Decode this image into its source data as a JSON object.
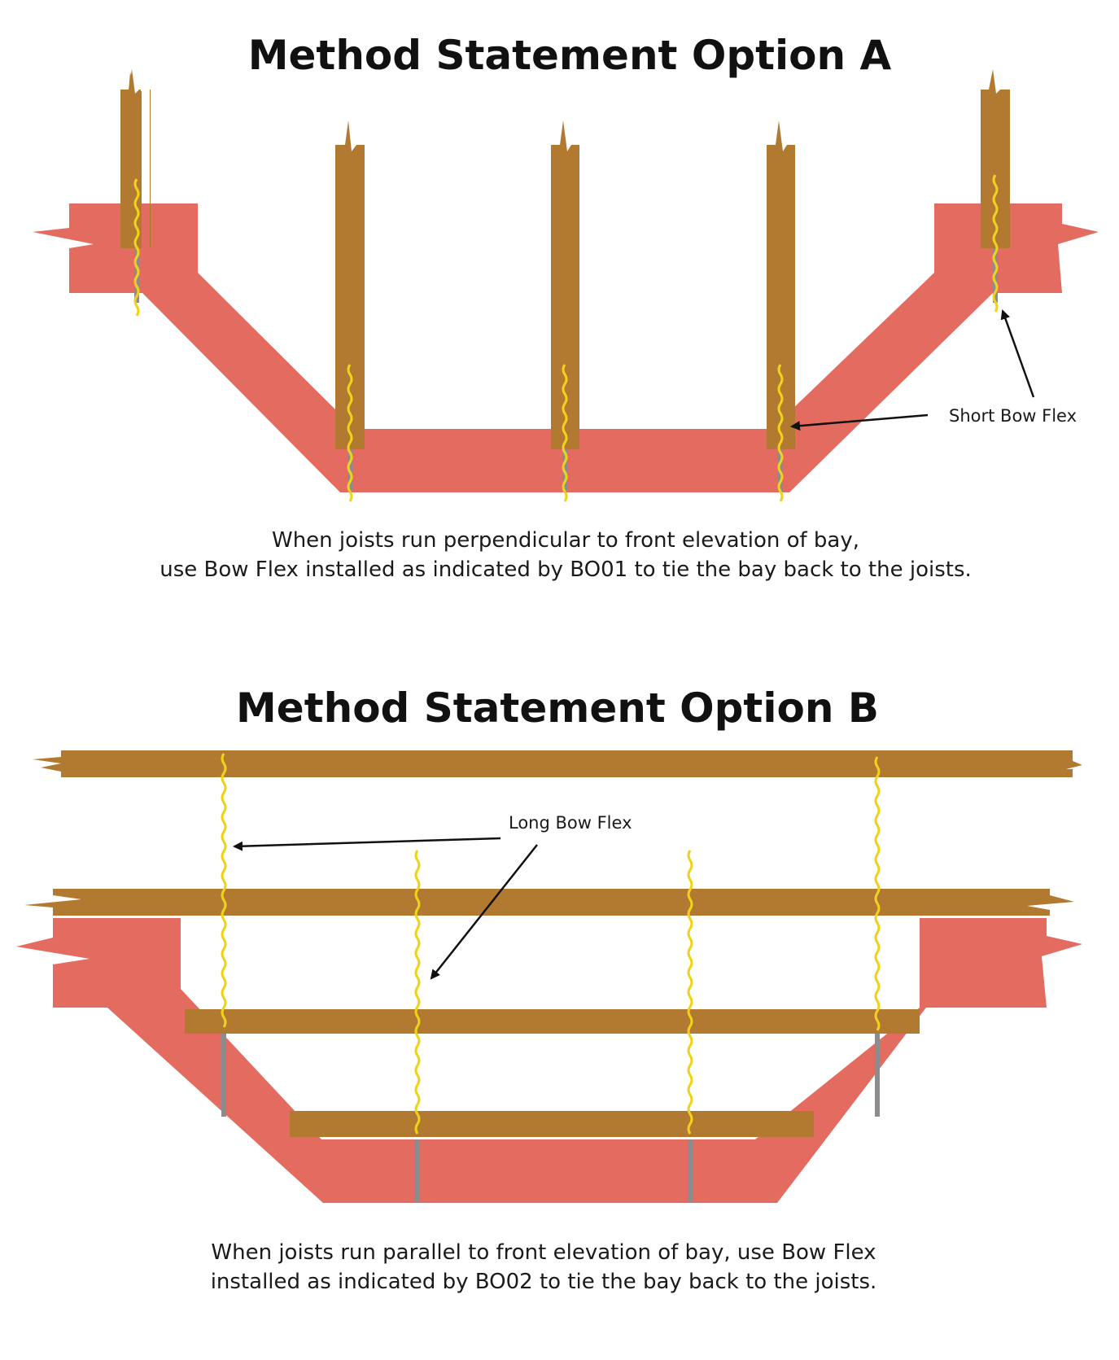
{
  "option_a": {
    "title": "Method Statement Option A",
    "label": "Short Bow Flex",
    "caption_line1": "When joists run perpendicular to front elevation of bay,",
    "caption_line2": "use Bow Flex installed as indicated by BO01 to tie the bay back to the joists."
  },
  "option_b": {
    "title": "Method Statement Option B",
    "label": "Long Bow Flex",
    "caption_line1": "When joists run parallel to front elevation of bay, use Bow Flex",
    "caption_line2": "installed as indicated by BO02 to tie the bay back to the joists."
  },
  "colors": {
    "wall": "#e36b60",
    "timber": "#b17a30",
    "tie_yellow": "#f0d21a",
    "tie_grey": "#8c8c8c",
    "arrow": "#111111"
  }
}
